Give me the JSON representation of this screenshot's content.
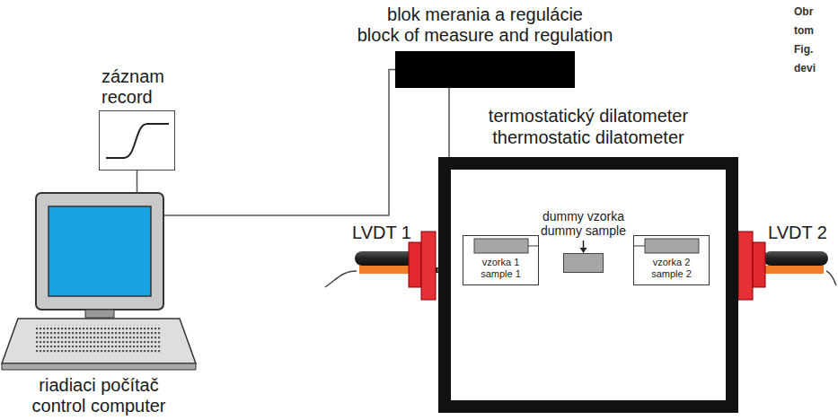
{
  "diagram": {
    "nodes": [
      {
        "text": [
          "blok merania a regulácie",
          "block of measure and regulation"
        ]
      },
      {
        "text": [
          "záznam",
          "record"
        ]
      },
      {
        "text": [
          "riadiaci počítač",
          "control computer"
        ]
      },
      {
        "text": [
          "termostatický dilatometer",
          "thermostatic dilatometer"
        ]
      },
      {
        "text": [
          "vzorka 1",
          "sample 1"
        ],
        "in": 3
      },
      {
        "text": [
          "dummy vzorka",
          "dummy sample"
        ],
        "in": 3
      },
      {
        "text": [
          "vzorka 2",
          "sample 2"
        ],
        "in": 3
      }
    ],
    "edges": [
      {
        "from": 2,
        "to": 1,
        "arrow": "none"
      },
      {
        "from": 2,
        "to": 0,
        "arrow": "none"
      },
      {
        "from": 0,
        "to": 3,
        "arrow": "none"
      }
    ],
    "labels": [
      "LVDT 1",
      "LVDT 2",
      "Obr",
      "tom",
      "Fig.",
      "devi"
    ]
  }
}
